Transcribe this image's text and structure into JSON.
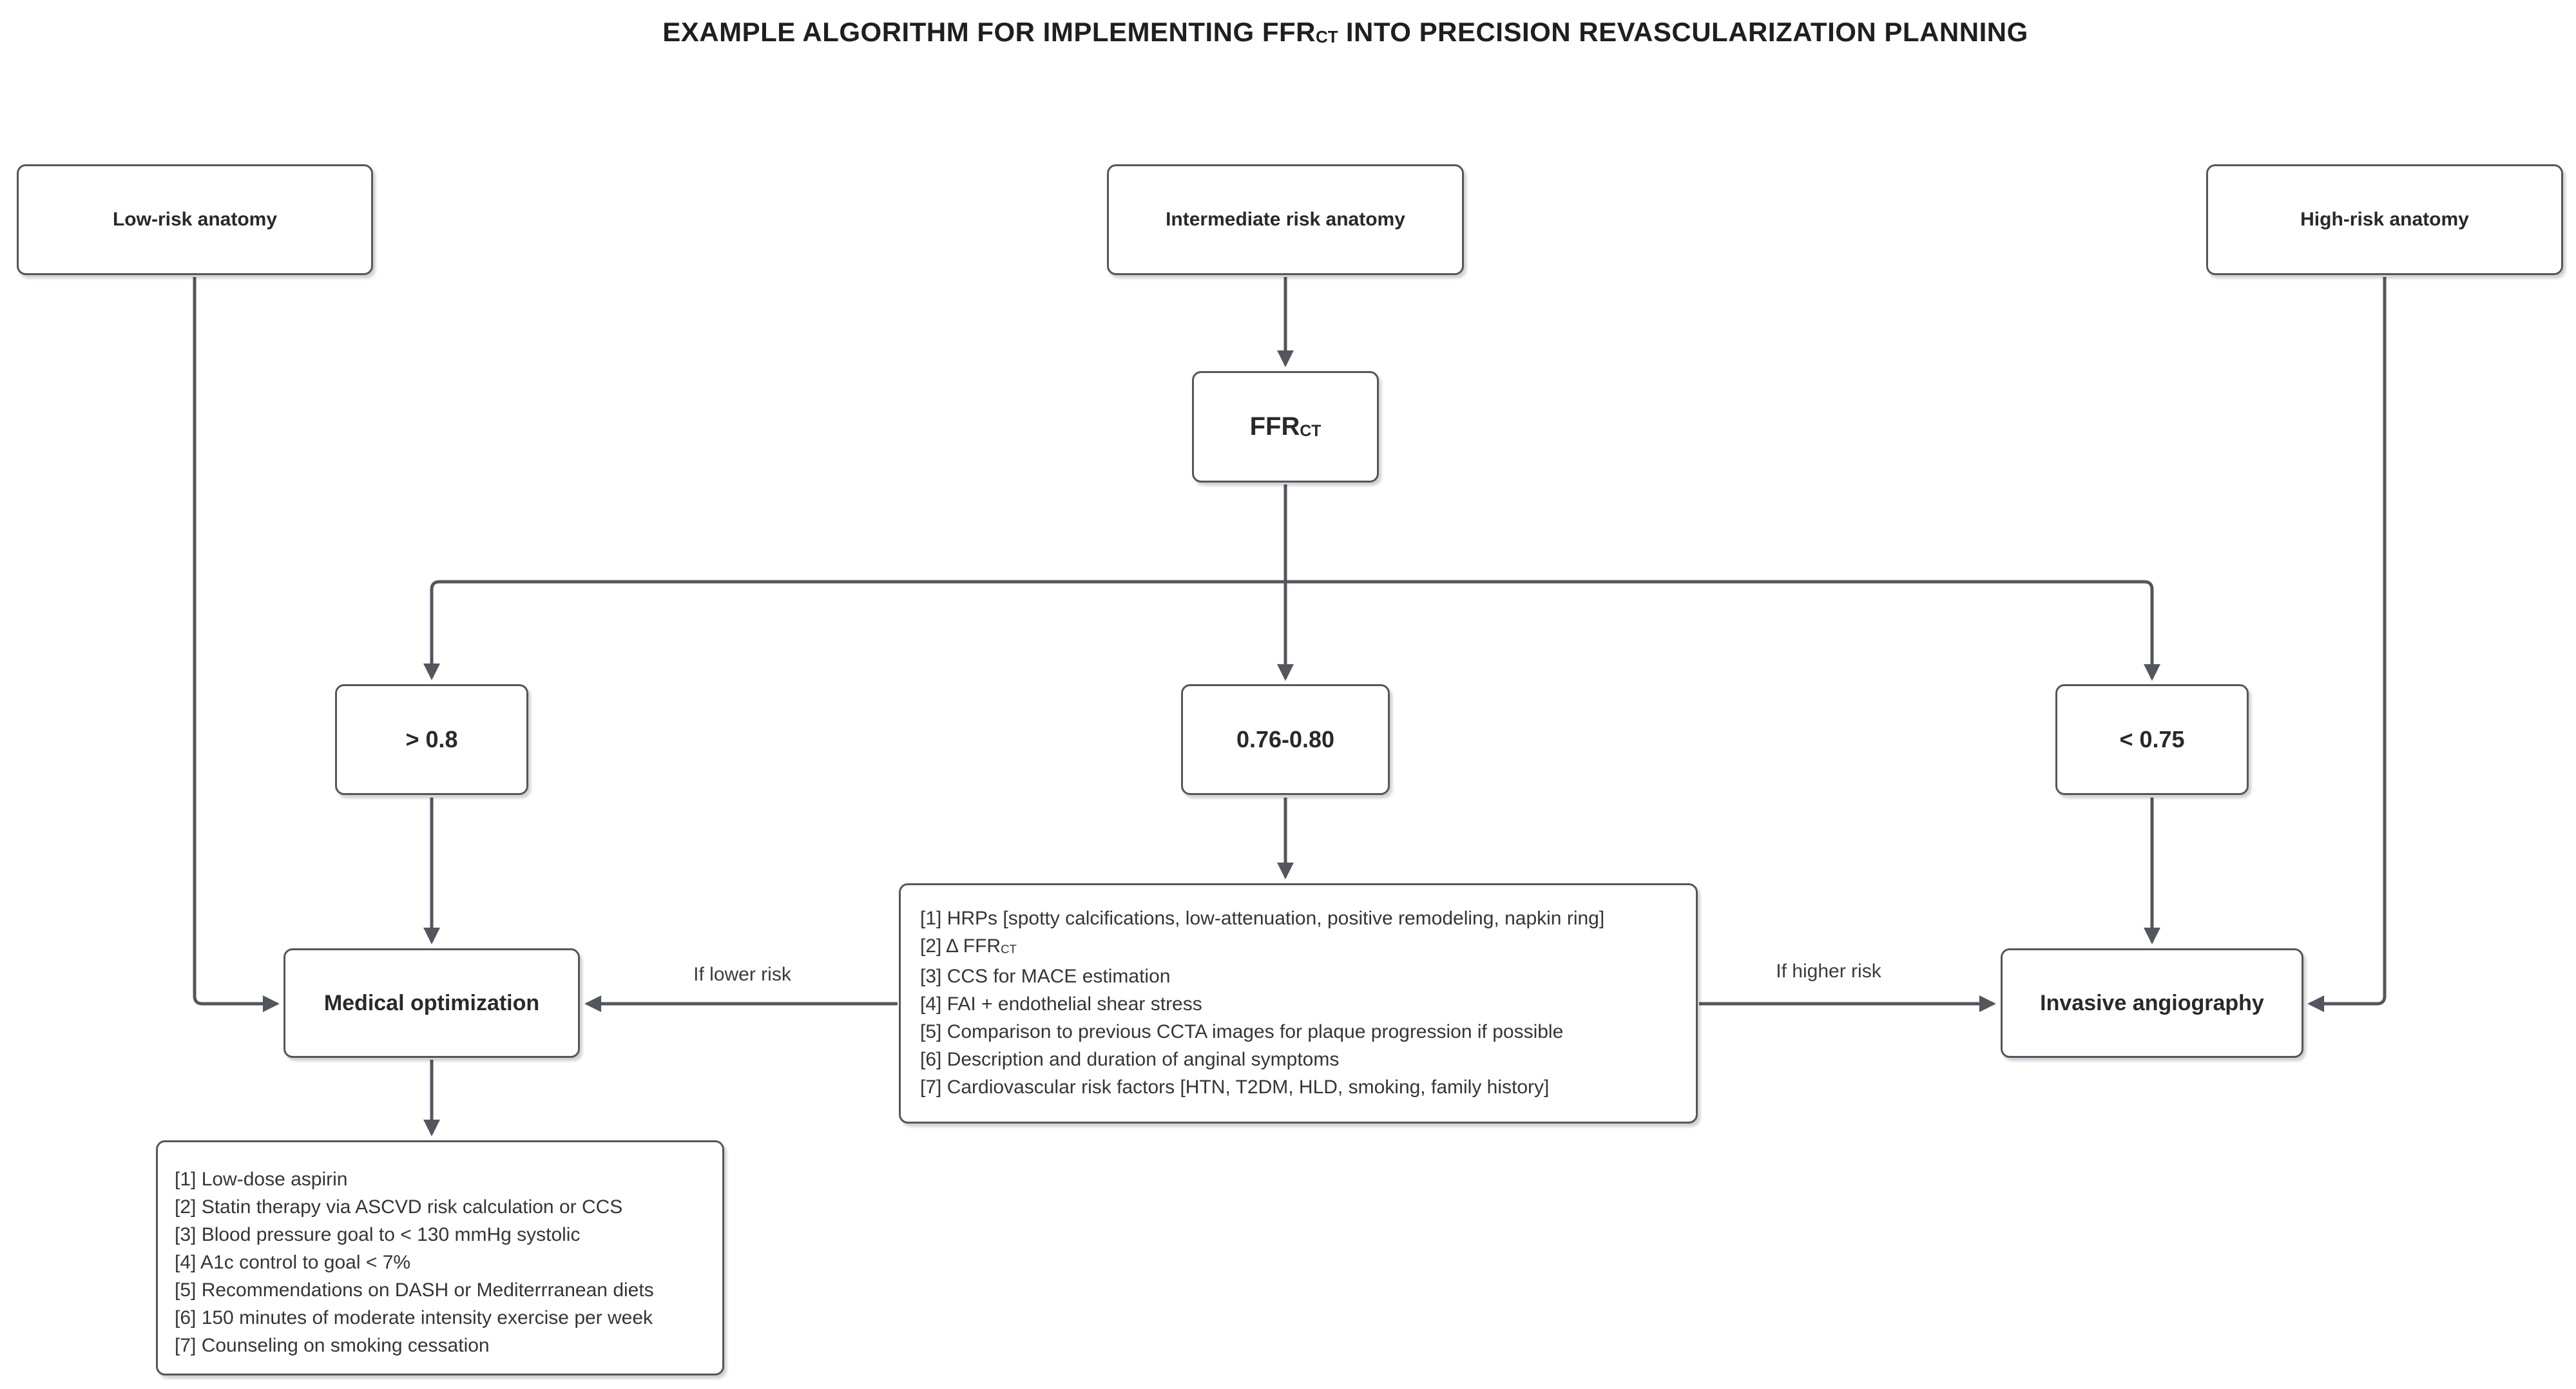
{
  "title": {
    "text_before_sub": "EXAMPLE ALGORITHM FOR IMPLEMENTING FFR",
    "sub": "CT",
    "text_after_sub": " INTO PRECISION REVASCULARIZATION PLANNING"
  },
  "nodes": {
    "low_risk": {
      "label": "Low-risk anatomy"
    },
    "intermediate_risk": {
      "label": "Intermediate risk anatomy"
    },
    "high_risk": {
      "label": "High-risk anatomy"
    },
    "ffr_ct": {
      "text": "FFR",
      "sub": "CT"
    },
    "ffr_gt_08": {
      "label": "> 0.8"
    },
    "ffr_mid_range": {
      "label": "0.76-0.80"
    },
    "ffr_lt_075": {
      "label": "< 0.75"
    },
    "medical_optimization": {
      "label": "Medical optimization"
    },
    "invasive_angiography": {
      "label": "Invasive angiography"
    },
    "intermediate_workup": {
      "items": [
        {
          "text": "[1] HRPs [spotty calcifications, low-attenuation, positive remodeling, napkin ring]"
        },
        {
          "text": "[2] Δ FFR",
          "sub": "CT"
        },
        {
          "text": "[3] CCS for MACE estimation"
        },
        {
          "text": "[4] FAI + endothelial shear stress"
        },
        {
          "text": "[5] Comparison to previous CCTA images for plaque progression if possible"
        },
        {
          "text": "[6] Description and duration of anginal symptoms"
        },
        {
          "text": "[7] Cardiovascular risk factors [HTN, T2DM, HLD, smoking, family history]"
        }
      ]
    },
    "medical_plan": {
      "items": [
        {
          "text": "[1] Low-dose aspirin"
        },
        {
          "text": "[2] Statin therapy via ASCVD risk calculation or CCS"
        },
        {
          "text": "[3] Blood pressure goal to < 130 mmHg systolic"
        },
        {
          "text": "[4] A1c control to goal < 7%"
        },
        {
          "text": "[5] Recommendations on DASH or Mediterrranean diets"
        },
        {
          "text": "[6] 150 minutes of moderate intensity exercise per week"
        },
        {
          "text": "[7] Counseling on smoking cessation"
        }
      ]
    }
  },
  "edge_labels": {
    "lower_risk": "If lower risk",
    "higher_risk": "If higher risk"
  },
  "colors": {
    "box_border": "#53565c",
    "connector": "#53565c",
    "text": "#222426",
    "background": "#ffffff"
  }
}
